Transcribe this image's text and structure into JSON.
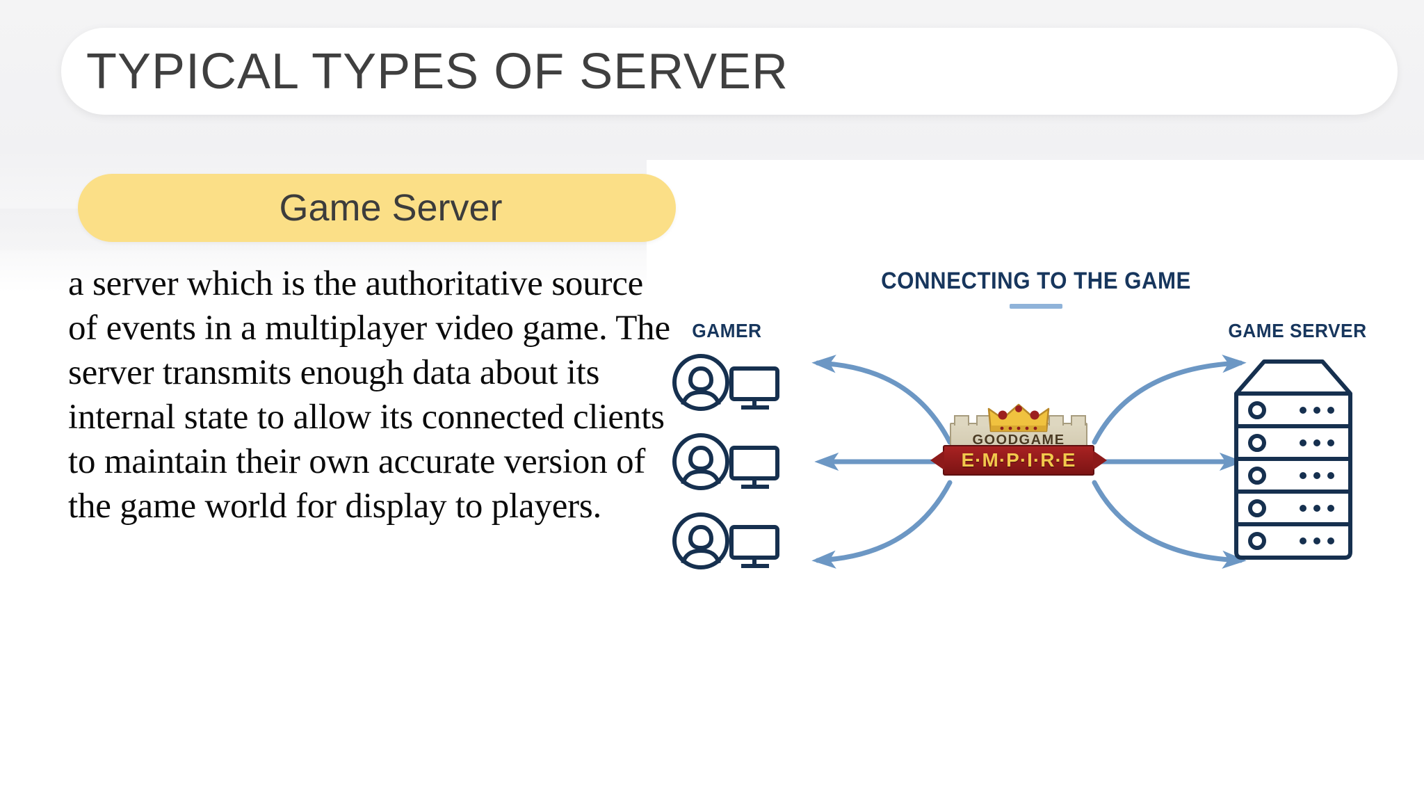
{
  "slide": {
    "title": "TYPICAL TYPES OF SERVER",
    "section_label": "Game Server",
    "body_text": "a server which is the authoritative source of events in a multiplayer video game. The server transmits enough data about its internal state to allow its connected clients to maintain their own accurate version of the game world for display to players."
  },
  "diagram": {
    "title": "CONNECTING TO THE GAME",
    "left_column_label": "GAMER",
    "right_column_label": "GAME SERVER",
    "center_logo": {
      "brand_top": "GOODGAME",
      "brand_bottom": "E·M·P·I·R·E"
    },
    "gamer_count": 3,
    "server_slot_count": 5,
    "arrows": {
      "to_gamers": 3,
      "to_server": 3
    }
  },
  "colors": {
    "title_text": "#3f3f3f",
    "pill_background": "#fbdf87",
    "pill_text": "#3c3c3c",
    "body_text": "#0b0b0b",
    "diagram_navy": "#17365d",
    "diagram_rule": "#8fb3d9",
    "arrow_blue": "#6c97c4",
    "logo_banner_red": "#a82222",
    "logo_gold": "#f3c84c",
    "page_background": "#ffffff"
  }
}
